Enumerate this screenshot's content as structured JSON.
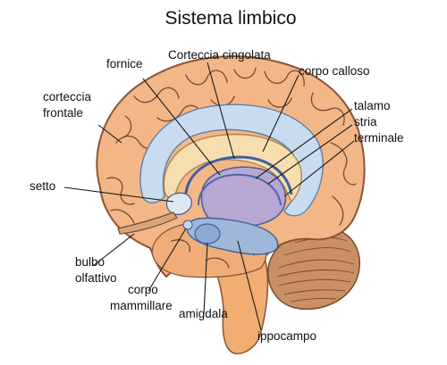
{
  "title": "Sistema limbico",
  "labels": {
    "corteccia_cingolata": "Corteccia cingolata",
    "fornice": "fornice",
    "corpo_calloso": "corpo calloso",
    "corteccia_frontale_1": "corteccia",
    "corteccia_frontale_2": "frontale",
    "talamo": "talamo",
    "stria_1": "stria",
    "stria_2": "terminale",
    "setto": "setto",
    "bulbo_1": "bulbo",
    "bulbo_2": "olfattivo",
    "corpo_mammillare_1": "corpo",
    "corpo_mammillare_2": "mammillare",
    "amigdala": "amigdala",
    "ippocampo": "ippocampo"
  },
  "colors": {
    "cortex": "#f3b686",
    "cortex_outline": "#8a5436",
    "cingulate_band": "#c9dcef",
    "corpus_callosum": "#f6deb0",
    "thalamus": "#b8a6d3",
    "limbic_blue": "#9fb7d9",
    "cerebellum": "#c98f67",
    "brainstem": "#f1ad72"
  }
}
